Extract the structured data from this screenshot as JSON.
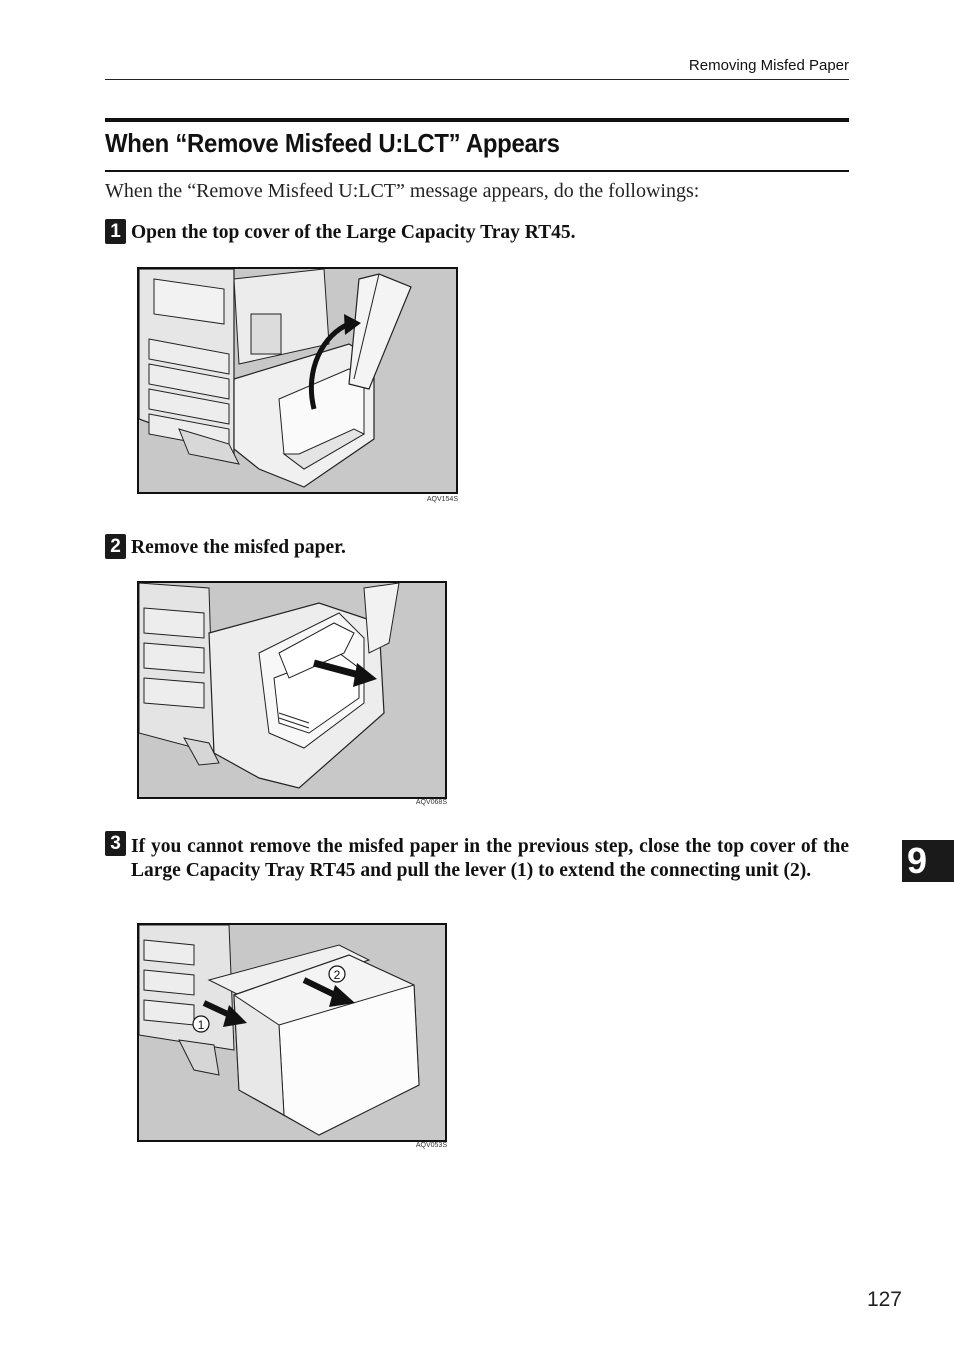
{
  "header": {
    "section": "Removing Misfed Paper"
  },
  "title": "When “Remove Misfeed U:LCT” Appears",
  "intro": "When the “Remove Misfeed U:LCT” message appears, do the followings:",
  "steps": [
    {
      "badge": "1",
      "text": "Open the top cover of the Large Capacity Tray RT45.",
      "figure_code": "AQV154S"
    },
    {
      "badge": "2",
      "text": "Remove the misfed paper.",
      "figure_code": "AQV068S"
    },
    {
      "badge": "3",
      "text": "If you cannot remove the misfed paper in the previous step, close the top cover of the Large Capacity Tray RT45 and pull the lever (1) to extend the connecting unit (2).",
      "figure_code": "AQV053S",
      "callouts": [
        "1",
        "2"
      ]
    }
  ],
  "chapter_tab": "9",
  "page_number": "127"
}
